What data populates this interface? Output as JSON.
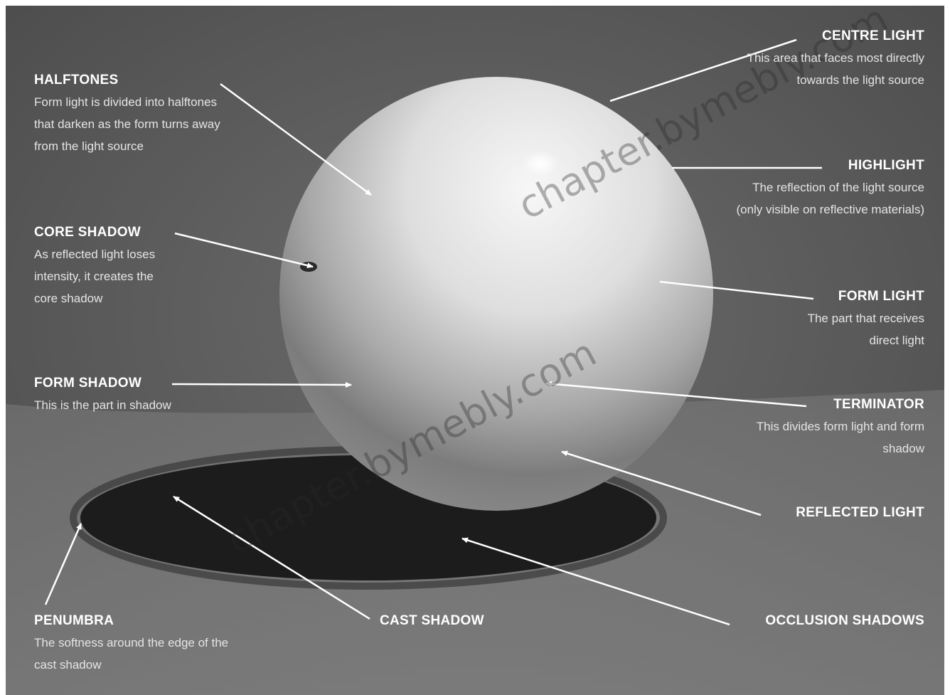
{
  "labels": {
    "centre_light": {
      "title": "CENTRE LIGHT",
      "desc": "This area that faces most directly towards the light source"
    },
    "highlight": {
      "title": "HIGHLIGHT",
      "desc": "The reflection of the light source (only visible on reflective materials)"
    },
    "form_light": {
      "title": "FORM LIGHT",
      "desc": "The part that receives direct light"
    },
    "terminator": {
      "title": "TERMINATOR",
      "desc": "This divides form light and form shadow"
    },
    "reflected_light": {
      "title": "REFLECTED LIGHT",
      "desc": ""
    },
    "occlusion_shadows": {
      "title": "OCCLUSION SHADOWS",
      "desc": ""
    },
    "halftones": {
      "title": "HALFTONES",
      "desc": "Form light is divided into halftones that darken as the form turns away from the light source"
    },
    "core_shadow": {
      "title": "CORE SHADOW",
      "desc": "As reflected light loses intensity, it creates the core shadow"
    },
    "form_shadow": {
      "title": "FORM SHADOW",
      "desc": "This is the part in shadow"
    },
    "penumbra": {
      "title": "PENUMBRA",
      "desc": "The softness around the edge of the cast shadow"
    },
    "cast_shadow": {
      "title": "CAST SHADOW",
      "desc": ""
    }
  },
  "watermark": "chapter.bymebly.com",
  "colors": {
    "background": "#5a5a5a",
    "sphere_light": "#efefef",
    "sphere_shadow": "#7a7a7a",
    "cast_shadow": "#1c1c1c",
    "text": "#ffffff"
  }
}
